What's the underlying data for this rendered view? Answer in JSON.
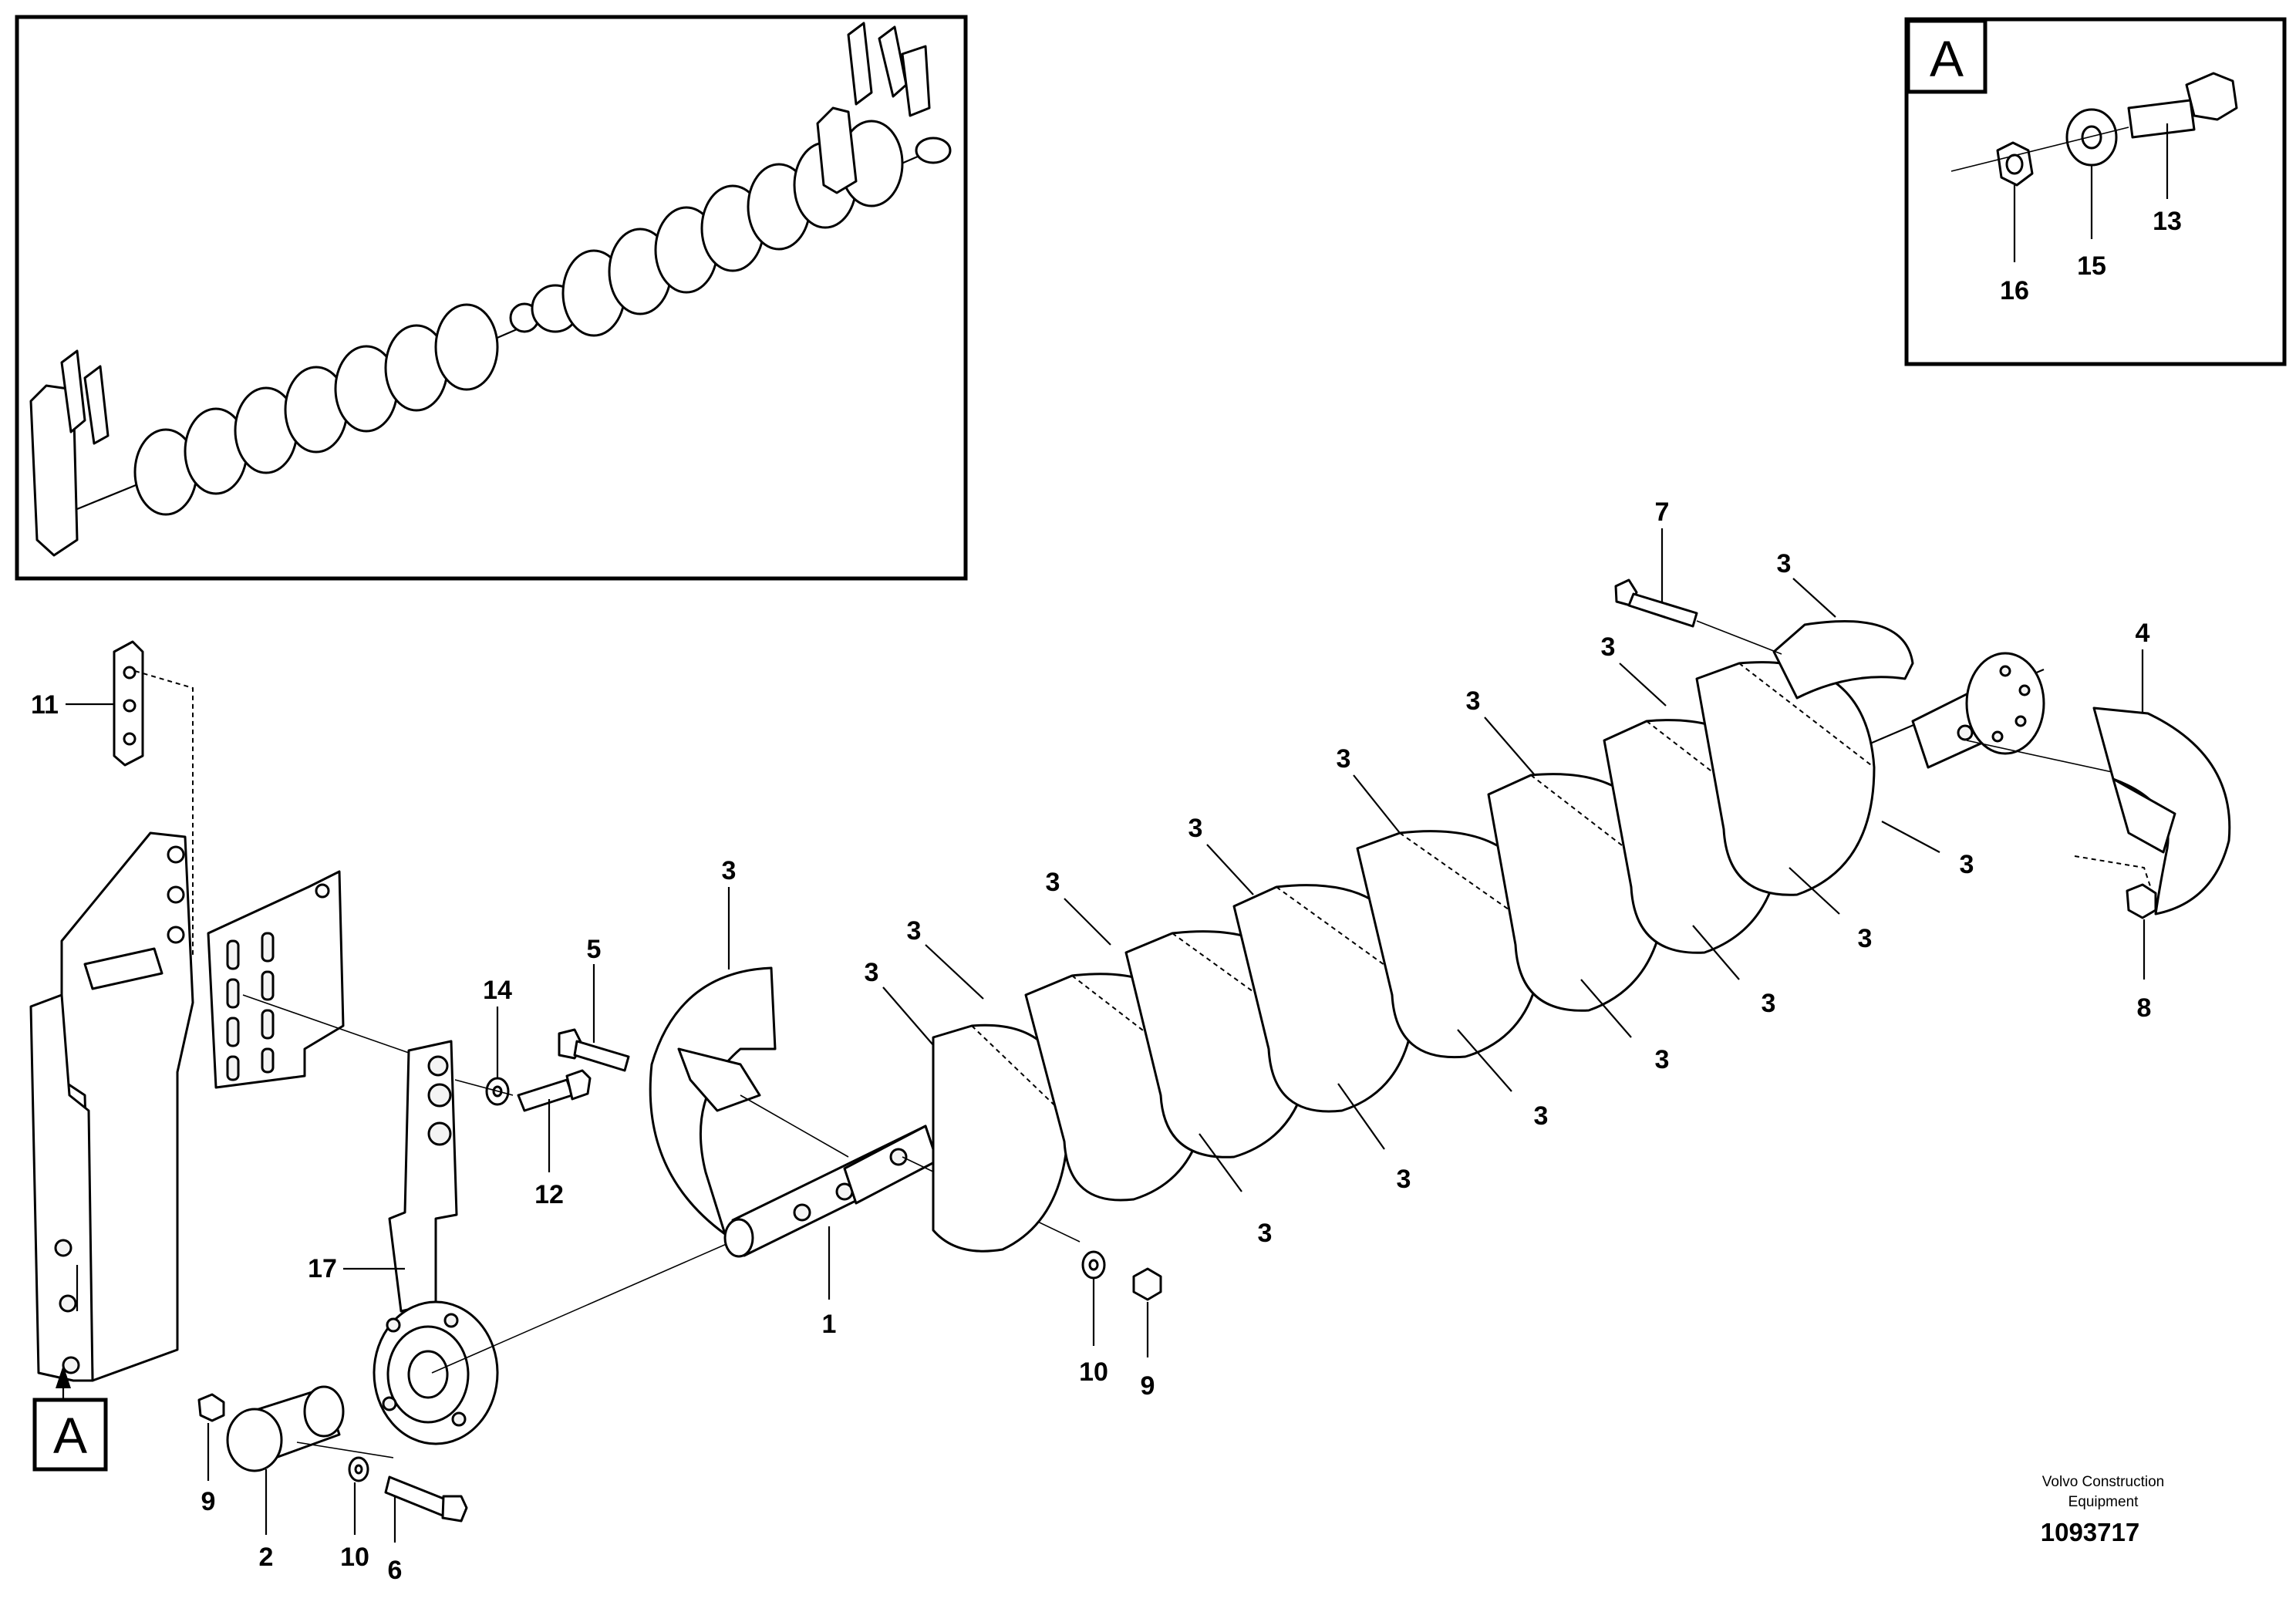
{
  "callouts": {
    "n1": "1",
    "n2": "2",
    "n3": "3",
    "n4": "4",
    "n5": "5",
    "n6": "6",
    "n7": "7",
    "n8": "8",
    "n9": "9",
    "n10": "10",
    "n11": "11",
    "n12": "12",
    "n13": "13",
    "n14": "14",
    "n15": "15",
    "n16": "16",
    "n17": "17"
  },
  "detail_marker": "A",
  "detail_box_label": "A",
  "credit": {
    "line1": "Volvo Construction",
    "line2": "Equipment"
  },
  "doc_number": "1093717",
  "colors": {
    "ink": "#000000",
    "paper": "#ffffff"
  }
}
